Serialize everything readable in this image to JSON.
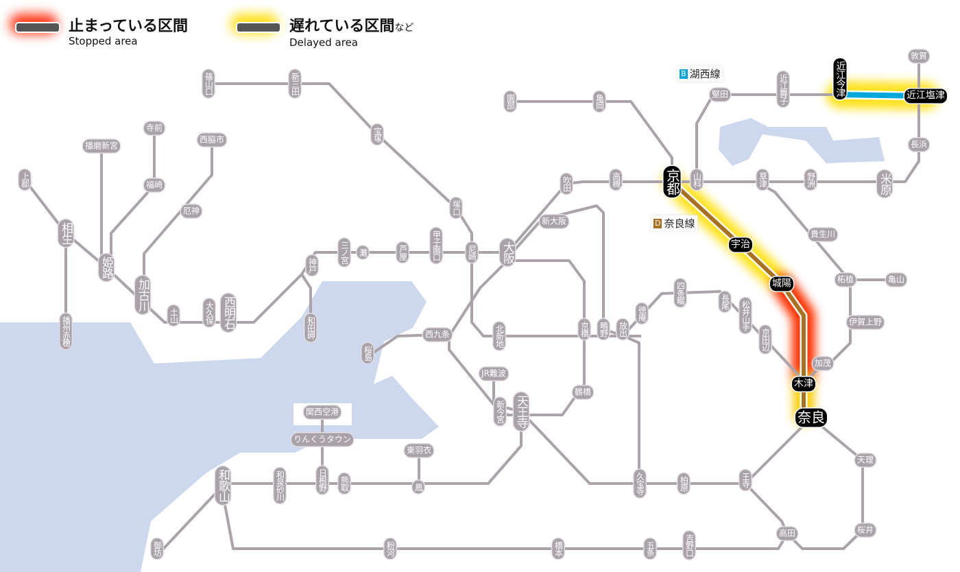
{
  "legend": {
    "stopped": {
      "jp": "止まっている区間",
      "en": "Stopped area",
      "color": "#ff2200"
    },
    "delayed": {
      "jp": "遅れている区間",
      "jp_suffix": "など",
      "en": "Delayed area",
      "color": "#ffdd00"
    }
  },
  "lines": {
    "kosei": {
      "code": "B",
      "name": "湖西線",
      "color": "#00a7db",
      "status": "delayed"
    },
    "nara": {
      "code": "D",
      "name": "奈良線",
      "color": "#a8701f",
      "status": "stopped"
    }
  },
  "stations": {
    "sasayamaguchi": "篠山口",
    "shinsanda": "新三田",
    "takarazuka": "宝塚",
    "tsukaguchi": "塚口",
    "amagasaki": "尼崎",
    "osaka": "大阪",
    "shinosaka": "新大阪",
    "suita": "吹田",
    "takatsuki": "高槻",
    "kyoto": "京都",
    "yamashina": "山科",
    "sonobe": "園部",
    "kameoka": "亀岡",
    "katata": "堅田",
    "omimaiko": "近江舞子",
    "omiimazu": "近江今津",
    "omishiotsu": "近江塩津",
    "tsuruga": "敦賀",
    "nagahama": "長浜",
    "maibara": "米原",
    "yasu": "野洲",
    "kusatsu": "草津",
    "kibukawa": "貴生川",
    "tsuge": "柘植",
    "kameyama": "亀山",
    "igaueno": "伊賀上野",
    "kamo": "加茂",
    "kizu": "木津",
    "nara": "奈良",
    "uji": "宇治",
    "joyo": "城陽",
    "tenri": "天理",
    "sakurai": "桜井",
    "takada": "高田",
    "oji": "王寺",
    "kashiwara": "柏原",
    "kyuhoji": "久宝寺",
    "kyotanabe": "京田辺",
    "matsuiyamate": "松井山手",
    "nagao": "長尾",
    "shijonawate": "四条畷",
    "tokuan": "徳庵",
    "hanaten": "放出",
    "shigino": "鴫野",
    "kyobashi": "京橋",
    "kitashinchi": "北新地",
    "nishikujo": "西九条",
    "sakurajima": "桜島",
    "jrnamba": "JR難波",
    "shinimamiya": "新今宮",
    "tennoji": "天王寺",
    "tsuruhashi": "鶴橋",
    "higashihagoromo": "東羽衣",
    "otori": "鳳",
    "kumatori": "熊取",
    "hineno": "日根野",
    "rinku": "りんくうタウン",
    "kix": "関西空港",
    "izumisunagawa": "和泉砂川",
    "wakayama": "和歌山",
    "gobo": "御坊",
    "kokawa": "粉河",
    "hashimoto": "橋本",
    "gojo": "五条",
    "yoshinoguchi": "吉野口",
    "kamigori": "上郡",
    "aioi": "相生",
    "banshuako": "播州赤穂",
    "himeji": "姫路",
    "harimashingu": "播磨新宮",
    "teramae": "寺前",
    "fukusaki": "福崎",
    "nishiwakishi": "西脇市",
    "yakujin": "厄神",
    "kakogawa": "加古川",
    "tsuchiyama": "土山",
    "okubo": "大久保",
    "nishiakashi": "西明石",
    "kobe": "神戸",
    "wadamisaki": "和田岬",
    "sannomiya": "三ノ宮",
    "nada": "灘",
    "ashiya": "芦屋",
    "koshienguchi": "甲子園口"
  }
}
